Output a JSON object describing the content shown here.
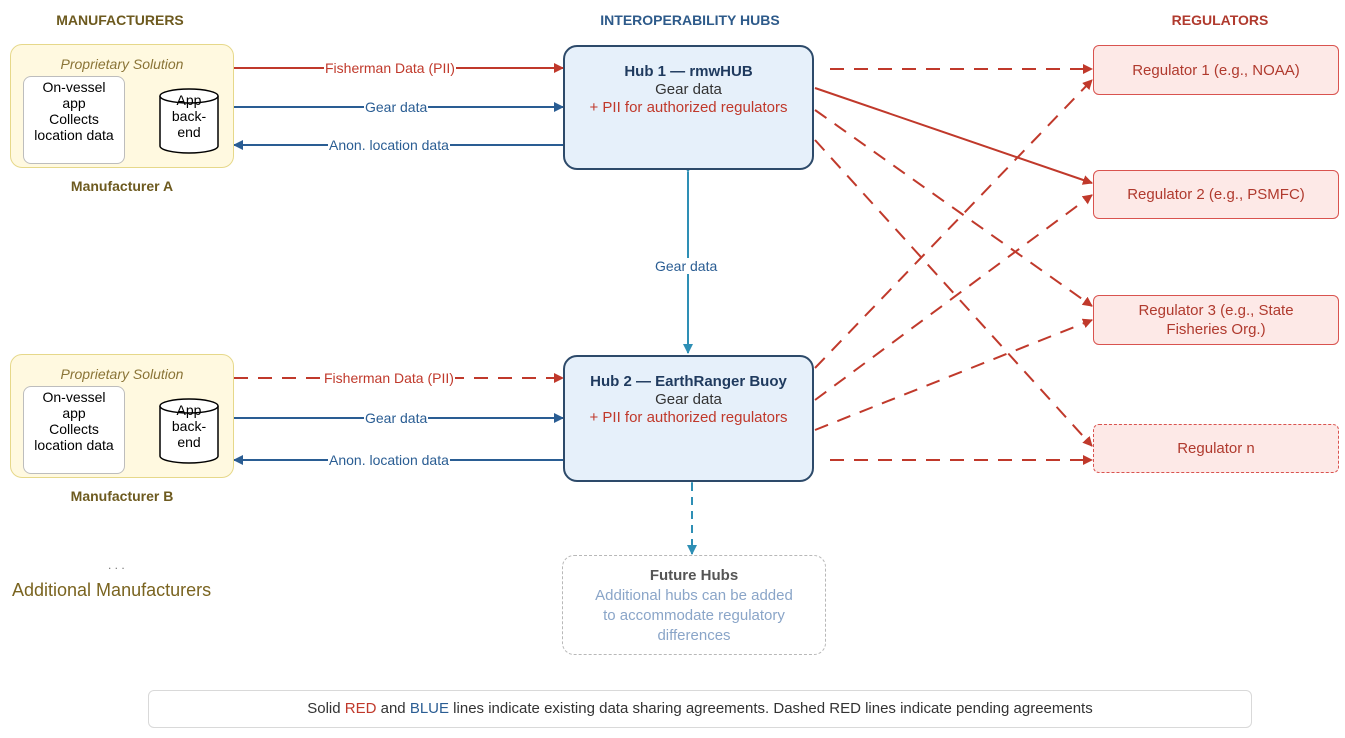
{
  "headers": {
    "manufacturers": "MANUFACTURERS",
    "hubs": "INTEROPERABILITY HUBS",
    "regulators": "REGULATORS"
  },
  "manufacturers": [
    {
      "solution": "Proprietary Solution",
      "vessel": [
        "On-vessel",
        "app",
        "Collects",
        "location data"
      ],
      "backend": [
        "App",
        "back-",
        "end"
      ],
      "name": "Manufacturer A"
    },
    {
      "solution": "Proprietary Solution",
      "vessel": [
        "On-vessel",
        "app",
        "Collects",
        "location data"
      ],
      "backend": [
        "App",
        "back-",
        "end"
      ],
      "name": "Manufacturer B"
    }
  ],
  "ellipsis": ". . .",
  "additional_manufacturers": "Additional Manufacturers",
  "hubs": [
    {
      "title": "Hub 1 — rmwHUB",
      "line1": "Gear data",
      "line2": "+ PII for authorized regulators"
    },
    {
      "title": "Hub 2 — EarthRanger Buoy",
      "line1": "Gear data",
      "line2": "+ PII for authorized regulators"
    }
  ],
  "future_hub": {
    "title": "Future Hubs",
    "lines": [
      "Additional hubs can be added",
      "to accommodate regulatory",
      "differences"
    ]
  },
  "regulators": [
    {
      "lines": [
        "Regulator 1 (e.g., NOAA)"
      ],
      "pending": false
    },
    {
      "lines": [
        "Regulator 2 (e.g., PSMFC)"
      ],
      "pending": false
    },
    {
      "lines": [
        "Regulator 3 (e.g., State",
        "Fisheries Org.)"
      ],
      "pending": false
    },
    {
      "lines": [
        "Regulator n"
      ],
      "pending": true
    }
  ],
  "edge_labels": {
    "fisherman_a": "Fisherman Data (PII)",
    "gear_a": "Gear data",
    "anon_a": "Anon. location data",
    "fisherman_b": "Fisherman Data (PII)",
    "gear_b": "Gear data",
    "anon_b": "Anon. location data",
    "hub_link": "Gear data"
  },
  "legend": {
    "t1": "Solid ",
    "red": "RED",
    "t2": " and ",
    "blue": "BLUE",
    "t3": " lines indicate existing data sharing agreements. Dashed RED lines indicate pending agreements"
  },
  "colors": {
    "red": "#c0392b",
    "blue": "#2a5d93",
    "teal": "#2e8fb5",
    "manufacturer_fill": "#fff9e0",
    "hub_fill": "#e6f0fa",
    "regulator_fill": "#fde9e7"
  }
}
